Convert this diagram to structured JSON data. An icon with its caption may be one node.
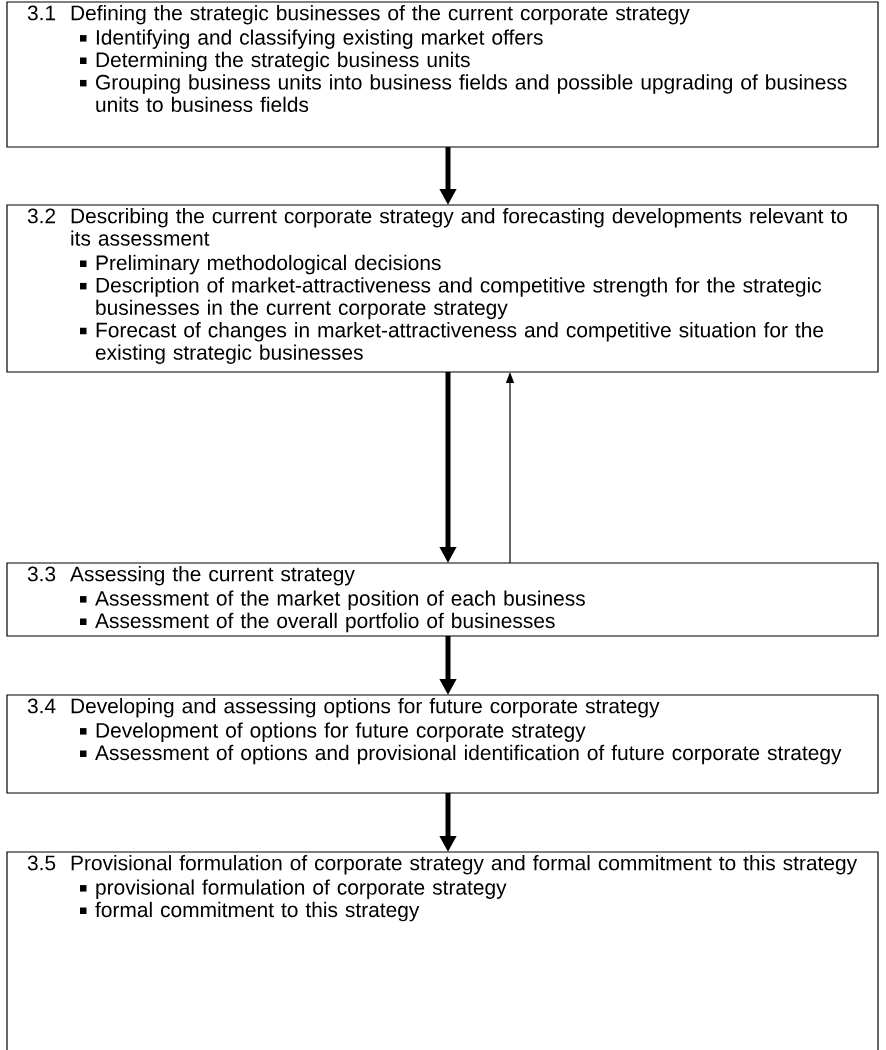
{
  "diagram": {
    "nodes": [
      {
        "text": [
          "3.1",
          "Defining the strategic businesses of the current corporate strategy",
          "Identifying and classifying existing market offers",
          "Determining the strategic business units",
          "Grouping business units into business fields and possible upgrading of business units to business fields"
        ]
      },
      {
        "text": [
          "3.2",
          "Describing the current corporate strategy and forecasting developments relevant to its assessment",
          "Preliminary methodological decisions",
          "Description of market-attractiveness and competitive strength for the strategic businesses in the current corporate strategy",
          "Forecast of changes in market-attractiveness and competitive situation for the existing strategic businesses"
        ]
      },
      {
        "text": [
          "3.3",
          "Assessing the current strategy",
          "Assessment of the market position of each business",
          "Assessment of the overall portfolio of businesses"
        ]
      },
      {
        "text": [
          "3.4",
          "Developing and assessing options for future corporate strategy",
          "Development of options for future corporate strategy",
          "Assessment of options and provisional identification of future corporate strategy"
        ]
      },
      {
        "text": [
          "3.5",
          "Provisional formulation of corporate strategy and formal commitment to this strategy",
          "provisional formulation of corporate strategy",
          "formal commitment to this strategy"
        ]
      }
    ],
    "edges": [
      {
        "from": 0,
        "to": 1,
        "arrow": "to"
      },
      {
        "from": 1,
        "to": 2,
        "arrow": "to"
      },
      {
        "from": 2,
        "to": 1,
        "arrow": "to"
      },
      {
        "from": 2,
        "to": 3,
        "arrow": "to"
      },
      {
        "from": 3,
        "to": 4,
        "arrow": "to"
      }
    ]
  }
}
